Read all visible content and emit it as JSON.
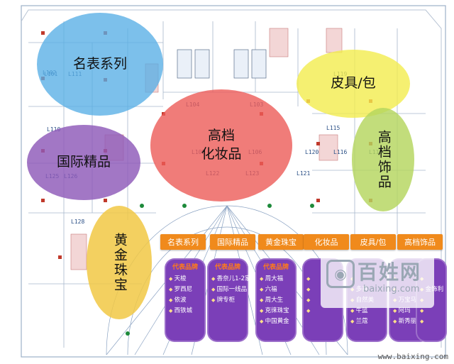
{
  "zones": [
    {
      "id": "watches",
      "label": "名表系列",
      "color": "#57aee6"
    },
    {
      "id": "leather",
      "label": "皮具/包",
      "color": "#f2ec4e"
    },
    {
      "id": "cosmetics",
      "label": "高档\n化妆品",
      "color": "#ec5b57"
    },
    {
      "id": "intl",
      "label": "国际精品",
      "color": "#8e59b8"
    },
    {
      "id": "accessories",
      "label": "高档饰品",
      "color": "#b5d55e"
    },
    {
      "id": "gold",
      "label": "黄金珠宝",
      "color": "#f1c844"
    }
  ],
  "unit_labels": [
    "L102",
    "L104",
    "L101",
    "L103",
    "L105",
    "L106",
    "L110",
    "L111",
    "L115",
    "L116",
    "L118",
    "L119",
    "L120",
    "L121",
    "L122",
    "L123",
    "L125",
    "L126",
    "L128"
  ],
  "categories": [
    "名表系列",
    "国际精品",
    "黄金珠宝",
    "化妆品",
    "皮具/包",
    "高档饰品"
  ],
  "brand_columns": [
    {
      "title": "代表品牌",
      "brands": [
        "天梭",
        "罗西尼",
        "依波",
        "西铁城"
      ]
    },
    {
      "title": "代表品牌",
      "brands": [
        "香奈儿1-2家",
        "国际一线品",
        "牌专柜"
      ]
    },
    {
      "title": "代表品牌",
      "brands": [
        "周大福",
        "六福",
        "周大生",
        "克徕珠宝",
        "中国黄金"
      ]
    },
    {
      "title": "",
      "brands": [
        "",
        "",
        "",
        ""
      ]
    },
    {
      "title": "",
      "brands": [
        "",
        "多喜",
        "自然美",
        "牛篮",
        "兰蔻"
      ]
    },
    {
      "title": "",
      "brands": [
        "",
        "",
        "万宝马",
        "阿玛",
        "新秀丽"
      ]
    },
    {
      "title": "",
      "brands": [
        "",
        "金饰利",
        "",
        "",
        ""
      ]
    }
  ],
  "watermark": {
    "logo_text": "百姓网",
    "sub_text": "baixing.com",
    "icon": "baixing-logo-icon"
  },
  "footer_url": "www.baixing.com"
}
